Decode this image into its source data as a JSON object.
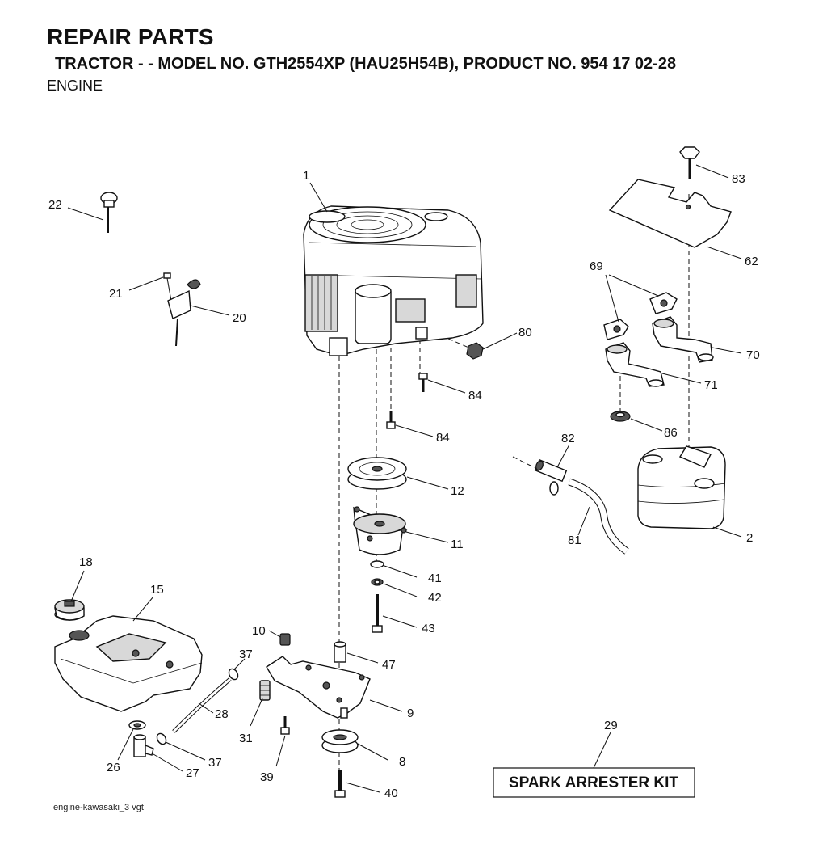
{
  "header": {
    "title": "REPAIR PARTS",
    "subtitle": "TRACTOR - - MODEL NO. GTH2554XP (HAU25H54B), PRODUCT NO. 954 17 02-28",
    "section": "ENGINE"
  },
  "callouts": {
    "c1": "1",
    "c22": "22",
    "c21": "21",
    "c20": "20",
    "c83": "83",
    "c62": "62",
    "c69": "69",
    "c70": "70",
    "c71": "71",
    "c80": "80",
    "c84a": "84",
    "c84b": "84",
    "c86": "86",
    "c82": "82",
    "c12": "12",
    "c11": "11",
    "c81": "81",
    "c2": "2",
    "c18": "18",
    "c15": "15",
    "c41": "41",
    "c42": "42",
    "c43": "43",
    "c10": "10",
    "c37a": "37",
    "c47": "47",
    "c9": "9",
    "c28": "28",
    "c31": "31",
    "c29": "29",
    "c26": "26",
    "c37b": "37",
    "c8": "8",
    "c27": "27",
    "c39": "39",
    "c40": "40"
  },
  "kit_label": "SPARK ARRESTER KIT",
  "file_name": "engine-kawasaki_3 vgt"
}
